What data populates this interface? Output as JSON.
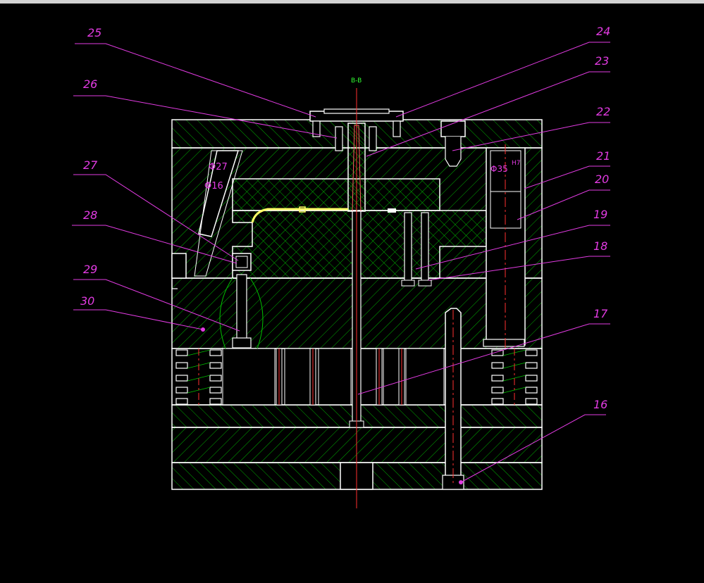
{
  "window": {
    "title_fragment": ""
  },
  "drawing": {
    "section_label": "B-B",
    "dim_upper": "Φ27",
    "dim_lower": "Φ16",
    "dim_bush": "Φ35",
    "dim_bush_fit": "H7"
  },
  "part_labels": [
    "16",
    "17",
    "18",
    "19",
    "20",
    "21",
    "22",
    "23",
    "24",
    "25",
    "26",
    "27",
    "28",
    "29",
    "30"
  ],
  "colors": {
    "background": "#000000",
    "outline": "#ffffff",
    "hatch": "#00c000",
    "leader": "#e23be2",
    "centerline": "#ff3030",
    "plastic": "#ffff66",
    "section_label": "#33ff33"
  }
}
